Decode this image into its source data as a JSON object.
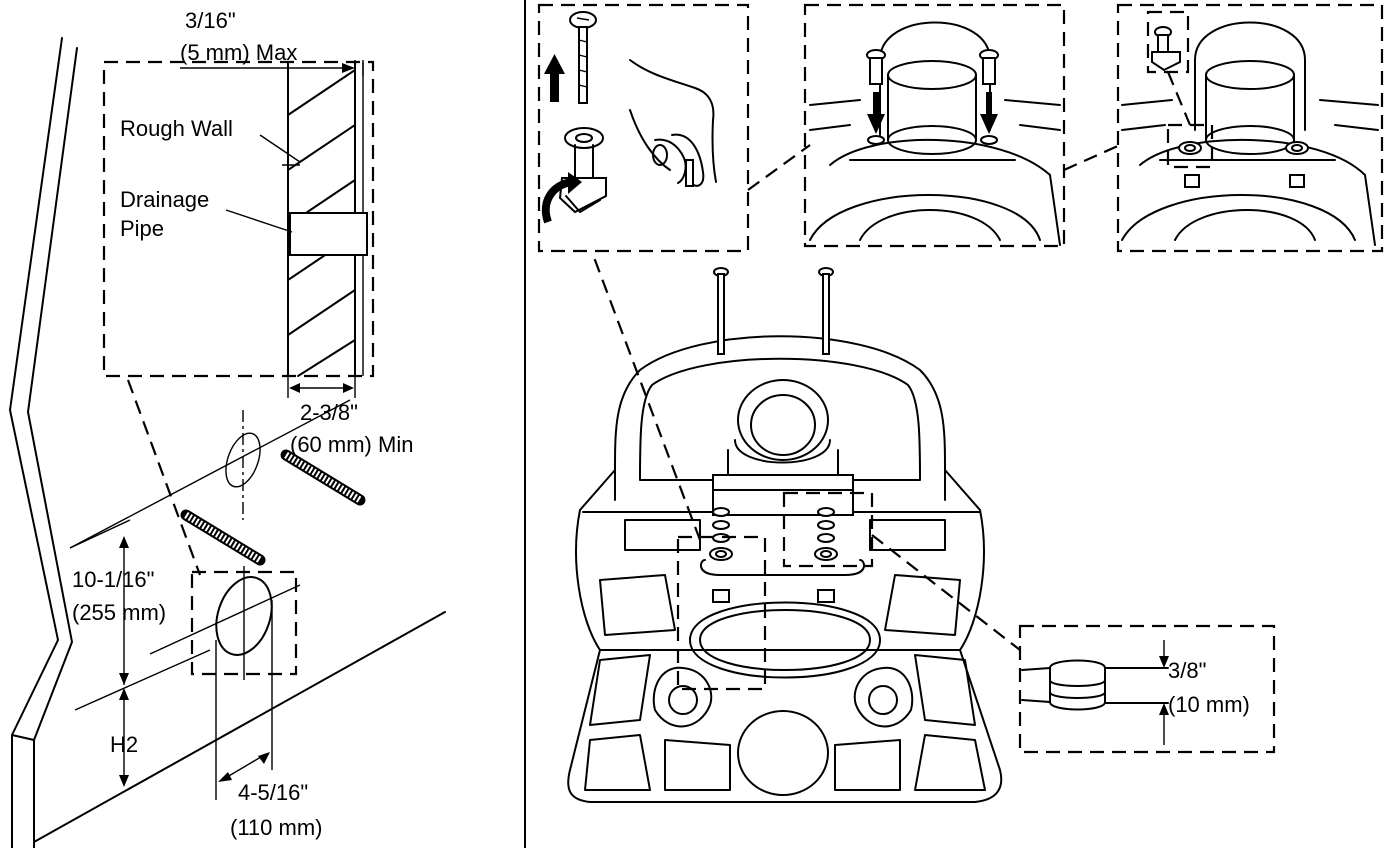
{
  "left_panel": {
    "labels": {
      "max_gap": "3/16\"",
      "max_gap_metric": "(5 mm) Max",
      "rough_wall": "Rough Wall",
      "drainage_1": "Drainage",
      "drainage_2": "Pipe",
      "min_depth": "2-3/8\"",
      "min_depth_metric": "(60 mm) Min",
      "height_1": "10-1/16\"",
      "height_1_metric": "(255 mm)",
      "height_2": "H2",
      "width": "4-5/16\"",
      "width_metric": "(110 mm)"
    }
  },
  "right_panel": {
    "labels": {
      "spacer": "3/8\"",
      "spacer_metric": "(10 mm)"
    }
  },
  "icons": {
    "up_arrow": "up-arrow-icon",
    "rotate_arrow": "rotate-arrow-icon",
    "down_arrow": "down-arrow-icon",
    "hand": "hand-icon"
  }
}
